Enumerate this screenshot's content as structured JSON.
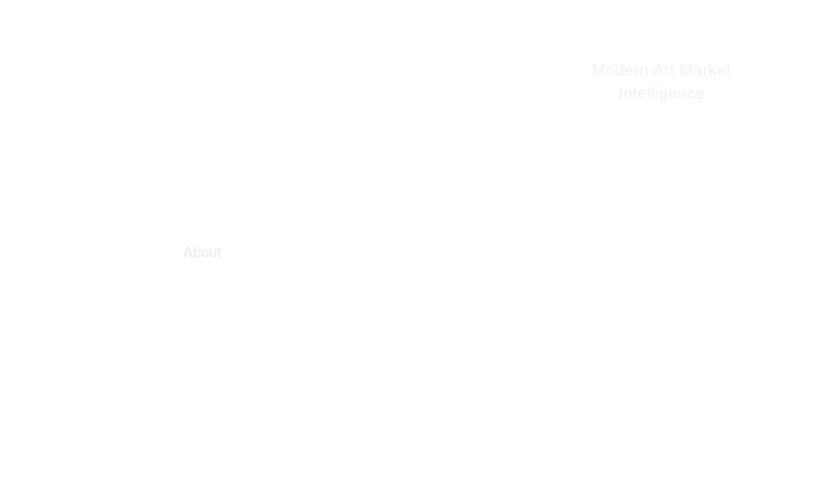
{
  "hero": {
    "heading_line1": "Modern Art Market",
    "heading_line2": "Intelligence"
  },
  "section": {
    "title": "About"
  }
}
